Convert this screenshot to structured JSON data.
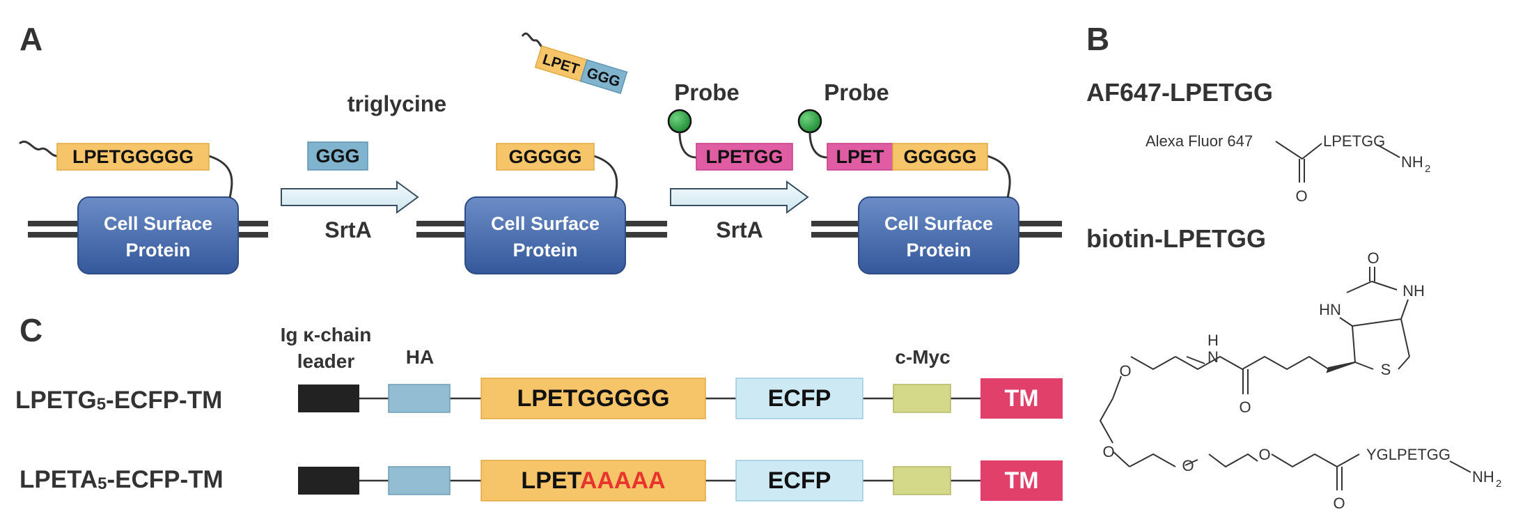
{
  "panels": {
    "a": "A",
    "b": "B",
    "c": "C"
  },
  "colors": {
    "seq_orange": "#f6c56a",
    "seq_blue": "#80b3cd",
    "seq_pink": "#e05da3",
    "protein_blue": "#3f62a3",
    "probe_green": "#25a244",
    "ha_box": "#93bdd3",
    "ecfp_box": "#cde9f4",
    "myc_box": "#d4d98a",
    "tm_box": "#e0406a",
    "leader_box": "#222222",
    "alanine_red": "#e8342c"
  },
  "panel_a": {
    "seq_start": "LPETGGGGG",
    "protein": [
      "Cell Surface",
      "Protein"
    ],
    "triglycine_label": "triglycine",
    "ggg_box": "GGG",
    "enzyme_label": "SrtA",
    "seq_ggggg": "GGGGG",
    "leaving_lpet": "LPET",
    "leaving_ggg": "GGG",
    "probe_label": "Probe",
    "probe_substrate": "LPETGG",
    "product_lpet": "LPET",
    "product_ggggg": "GGGGG"
  },
  "panel_b": {
    "af647_title": "AF647-LPETGG",
    "af647_dye": "Alexa Fluor 647",
    "af647_peptide": "LPETGG",
    "amide_nh": "NH",
    "amide_sub": "2",
    "carbonyl_o": "O",
    "biotin_title": "biotin-LPETGG",
    "biotin_o": "O",
    "biotin_nh": "NH",
    "biotin_hn": "HN",
    "biotin_s": "S",
    "linker_nh": "N",
    "linker_h": "H",
    "ether_o": "O",
    "biotin_peptide": "YGLPETGG"
  },
  "panel_c": {
    "leader_label": [
      "Ig κ-chain",
      "leader"
    ],
    "ha_label": "HA",
    "myc_label": "c-Myc",
    "constructs": [
      {
        "name_prefix": "LPETG",
        "name_sub": "5",
        "name_suffix": "-ECFP-TM",
        "seq_black": "LPETGGGGG",
        "seq_red": ""
      },
      {
        "name_prefix": "LPETA",
        "name_sub": "5",
        "name_suffix": "-ECFP-TM",
        "seq_black": "LPET",
        "seq_red": "AAAAA"
      }
    ],
    "ecfp": "ECFP",
    "tm": "TM"
  }
}
